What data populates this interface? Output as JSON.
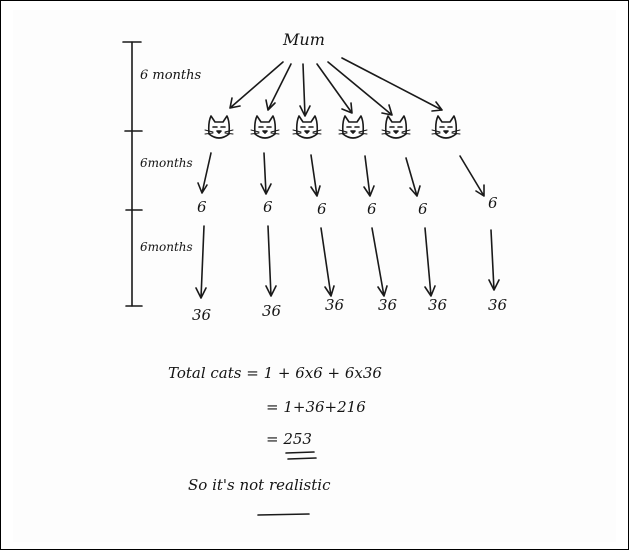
{
  "diagram": {
    "root_label": "Mum",
    "generation_labels": [
      "6 months",
      "6months",
      "6months"
    ],
    "kittens_count": 6,
    "second_gen": [
      "6",
      "6",
      "6",
      "6",
      "6",
      "6"
    ],
    "third_gen": [
      "36",
      "36",
      "36",
      "36",
      "36",
      "36"
    ]
  },
  "calculation": {
    "line1": "Total cats = 1 + 6x6 + 6x36",
    "line2": "= 1+36+216",
    "line3_prefix": "= ",
    "result": "253",
    "conclusion": "So it's not realistic"
  },
  "colors": {
    "ink": "#1a1a1a",
    "paper": "#fdfdfd",
    "frame": "#000000"
  },
  "icons": [
    "cat-face-icon",
    "arrow-icon",
    "timeline-bracket-icon"
  ]
}
